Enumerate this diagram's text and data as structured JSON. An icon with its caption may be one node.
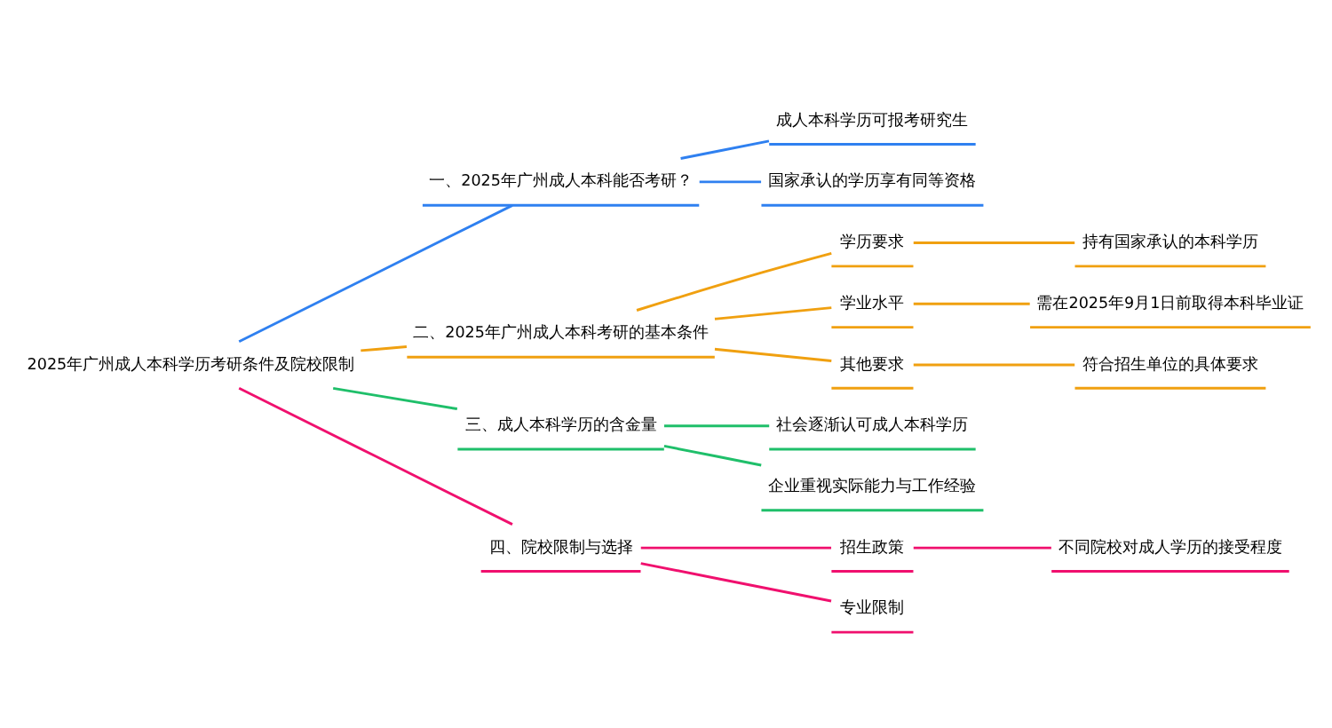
{
  "diagram": {
    "nodes": [
      {
        "text": [
          "2025年广州成人本科学历考研条件及院校限制"
        ]
      },
      {
        "text": [
          "一、2025年广州成人本科能否考研？"
        ]
      },
      {
        "text": [
          "成人本科学历可报考研究生"
        ]
      },
      {
        "text": [
          "国家承认的学历享有同等资格"
        ]
      },
      {
        "text": [
          "二、2025年广州成人本科考研的基本条件"
        ]
      },
      {
        "text": [
          "学历要求"
        ]
      },
      {
        "text": [
          "持有国家承认的本科学历"
        ]
      },
      {
        "text": [
          "学业水平"
        ]
      },
      {
        "text": [
          "需在2025年9月1日前取得本科毕业证"
        ]
      },
      {
        "text": [
          "其他要求"
        ]
      },
      {
        "text": [
          "符合招生单位的具体要求"
        ]
      },
      {
        "text": [
          "三、成人本科学历的含金量"
        ]
      },
      {
        "text": [
          "社会逐渐认可成人本科学历"
        ]
      },
      {
        "text": [
          "企业重视实际能力与工作经验"
        ]
      },
      {
        "text": [
          "四、院校限制与选择"
        ]
      },
      {
        "text": [
          "招生政策"
        ]
      },
      {
        "text": [
          "不同院校对成人学历的接受程度"
        ]
      },
      {
        "text": [
          "专业限制"
        ]
      }
    ],
    "edges": [
      {
        "from": 0,
        "to": 1,
        "arrow": "none",
        "color": "#2f80f0"
      },
      {
        "from": 1,
        "to": 2,
        "arrow": "none",
        "color": "#2f80f0"
      },
      {
        "from": 1,
        "to": 3,
        "arrow": "none",
        "color": "#2f80f0"
      },
      {
        "from": 0,
        "to": 4,
        "arrow": "none"
      },
      {
        "from": 4,
        "to": 5,
        "arrow": "none"
      },
      {
        "from": 5,
        "to": 6,
        "arrow": "none"
      },
      {
        "from": 4,
        "to": 7,
        "arrow": "none"
      },
      {
        "from": 7,
        "to": 8,
        "arrow": "none"
      },
      {
        "from": 4,
        "to": 9,
        "arrow": "none"
      },
      {
        "from": 9,
        "to": 10,
        "arrow": "none"
      },
      {
        "from": 0,
        "to": 11,
        "arrow": "none",
        "color": "#1fbf6a"
      },
      {
        "from": 11,
        "to": 12,
        "arrow": "none",
        "color": "#1fbf6a"
      },
      {
        "from": 11,
        "to": 13,
        "arrow": "none",
        "color": "#1fbf6a"
      },
      {
        "from": 0,
        "to": 14,
        "arrow": "none",
        "color": "#f0106e"
      },
      {
        "from": 14,
        "to": 15,
        "arrow": "none",
        "color": "#f0106e"
      },
      {
        "from": 15,
        "to": 16,
        "arrow": "none",
        "color": "#f0106e"
      },
      {
        "from": 14,
        "to": 17,
        "arrow": "none",
        "color": "#f0106e"
      }
    ]
  }
}
